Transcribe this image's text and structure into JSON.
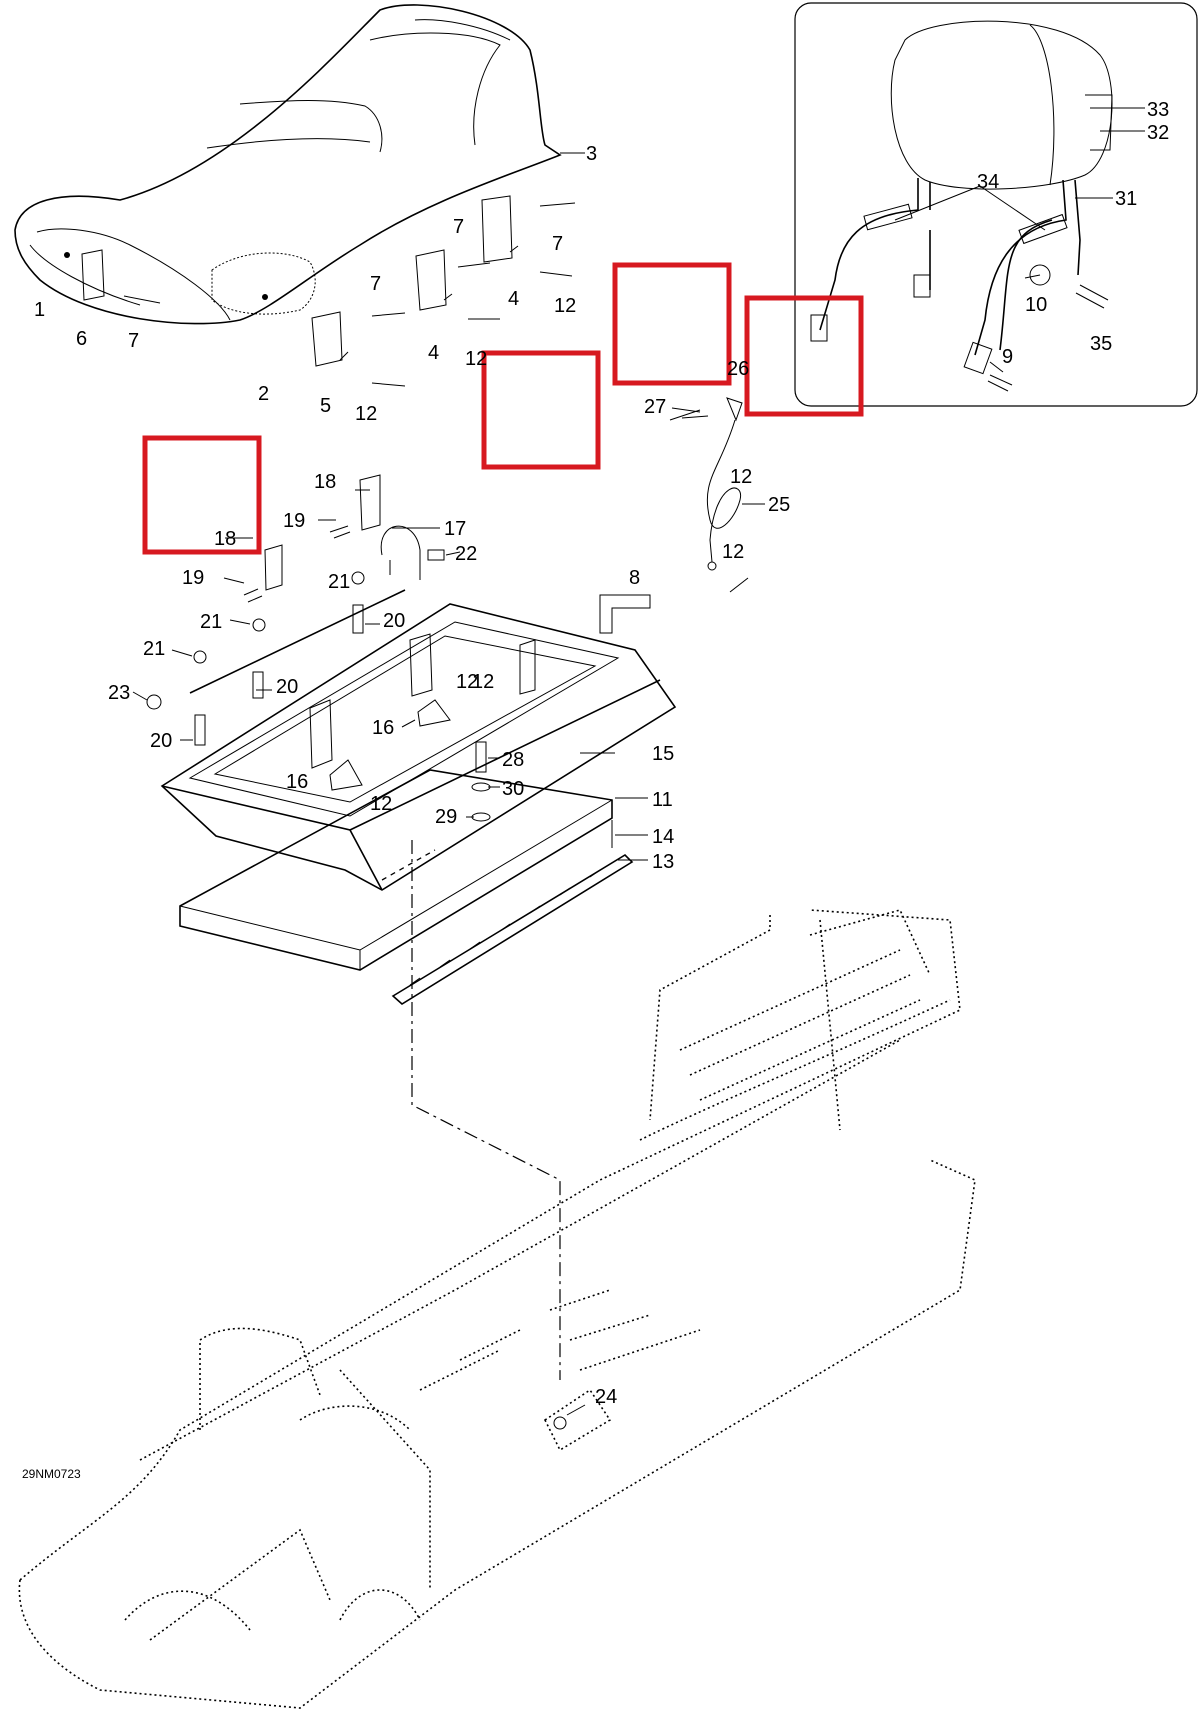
{
  "diagram": {
    "drawing_code": "29NM0723",
    "callouts": [
      {
        "id": "c1",
        "text": "1"
      },
      {
        "id": "c2",
        "text": "2"
      },
      {
        "id": "c3",
        "text": "3"
      },
      {
        "id": "c4a",
        "text": "4"
      },
      {
        "id": "c4b",
        "text": "4"
      },
      {
        "id": "c5",
        "text": "5"
      },
      {
        "id": "c6",
        "text": "6"
      },
      {
        "id": "c7a",
        "text": "7"
      },
      {
        "id": "c7b",
        "text": "7"
      },
      {
        "id": "c7c",
        "text": "7"
      },
      {
        "id": "c7d",
        "text": "7"
      },
      {
        "id": "c8",
        "text": "8"
      },
      {
        "id": "c9",
        "text": "9"
      },
      {
        "id": "c10",
        "text": "10"
      },
      {
        "id": "c11",
        "text": "11"
      },
      {
        "id": "c12a",
        "text": "12"
      },
      {
        "id": "c12b",
        "text": "12"
      },
      {
        "id": "c12c",
        "text": "12"
      },
      {
        "id": "c12d",
        "text": "12"
      },
      {
        "id": "c12e",
        "text": "12"
      },
      {
        "id": "c12f",
        "text": "12"
      },
      {
        "id": "c12g",
        "text": "12"
      },
      {
        "id": "c12h",
        "text": "12"
      },
      {
        "id": "c13",
        "text": "13"
      },
      {
        "id": "c14",
        "text": "14"
      },
      {
        "id": "c15",
        "text": "15"
      },
      {
        "id": "c16a",
        "text": "16"
      },
      {
        "id": "c16b",
        "text": "16"
      },
      {
        "id": "c17",
        "text": "17"
      },
      {
        "id": "c18a",
        "text": "18"
      },
      {
        "id": "c18b",
        "text": "18"
      },
      {
        "id": "c19a",
        "text": "19"
      },
      {
        "id": "c19b",
        "text": "19"
      },
      {
        "id": "c20a",
        "text": "20"
      },
      {
        "id": "c20b",
        "text": "20"
      },
      {
        "id": "c20c",
        "text": "20"
      },
      {
        "id": "c21a",
        "text": "21"
      },
      {
        "id": "c21b",
        "text": "21"
      },
      {
        "id": "c21c",
        "text": "21"
      },
      {
        "id": "c22",
        "text": "22"
      },
      {
        "id": "c23",
        "text": "23"
      },
      {
        "id": "c24",
        "text": "24"
      },
      {
        "id": "c25",
        "text": "25"
      },
      {
        "id": "c26",
        "text": "26"
      },
      {
        "id": "c27",
        "text": "27"
      },
      {
        "id": "c28",
        "text": "28"
      },
      {
        "id": "c29",
        "text": "29"
      },
      {
        "id": "c30",
        "text": "30"
      },
      {
        "id": "c31",
        "text": "31"
      },
      {
        "id": "c32",
        "text": "32"
      },
      {
        "id": "c33",
        "text": "33"
      },
      {
        "id": "c34",
        "text": "34"
      },
      {
        "id": "c35",
        "text": "35"
      }
    ],
    "highlight_color": "#d71920"
  }
}
